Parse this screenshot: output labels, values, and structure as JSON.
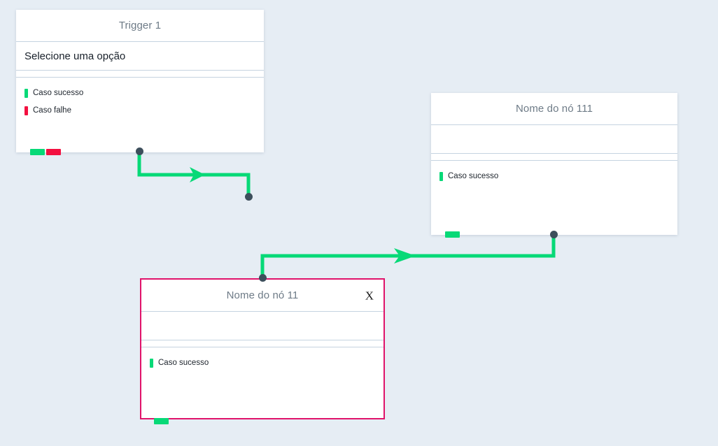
{
  "canvas": {
    "background_color": "#e6edf4",
    "green_color": "#07d977",
    "red_color": "#f31040",
    "pink_color": "#e0136a",
    "handle_color": "#3d4f5c"
  },
  "nodes": [
    {
      "id": "trigger-1",
      "title": "Trigger 1",
      "body_text": "Selecione uma opção",
      "selected": false,
      "close_label": "",
      "outputs": [
        {
          "label": "Caso sucesso",
          "color": "#07d977"
        },
        {
          "label": "Caso falhe",
          "color": "#f31040"
        }
      ],
      "tabs": [
        {
          "color": "#07d977"
        },
        {
          "color": "#f31040"
        }
      ]
    },
    {
      "id": "node-111",
      "title": "Nome do nó 111",
      "body_text": "",
      "selected": false,
      "close_label": "",
      "outputs": [
        {
          "label": "Caso sucesso",
          "color": "#07d977"
        }
      ],
      "tabs": [
        {
          "color": "#07d977"
        }
      ]
    },
    {
      "id": "node-11",
      "title": "Nome do nó 11",
      "body_text": "",
      "selected": true,
      "close_label": "X",
      "outputs": [
        {
          "label": "Caso sucesso",
          "color": "#07d977"
        }
      ],
      "tabs": [
        {
          "color": "#07d977"
        }
      ]
    }
  ],
  "edges": [
    {
      "id": "edge-trigger-to-dangling",
      "from": "trigger-1",
      "to": ""
    },
    {
      "id": "edge-111-to-node-11",
      "from": "node-111",
      "to": "node-11"
    }
  ]
}
